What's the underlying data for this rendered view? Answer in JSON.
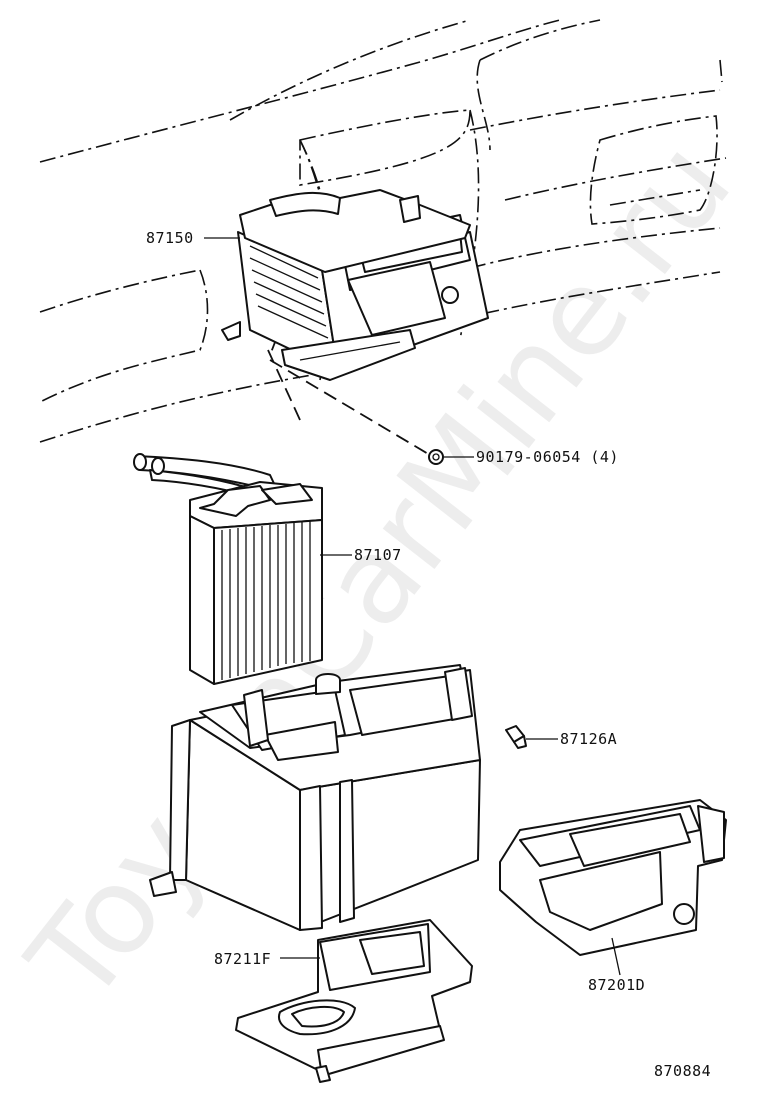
{
  "parts": {
    "heater_unit_assembly": "87150",
    "nut": "90179-06054 (4)",
    "heater_core": "87107",
    "damper_servo": "87126A",
    "lower_case": "87211F",
    "duct": "87201D"
  },
  "diagram_code": "870884",
  "watermark": "ToyotaCarMine.ru"
}
